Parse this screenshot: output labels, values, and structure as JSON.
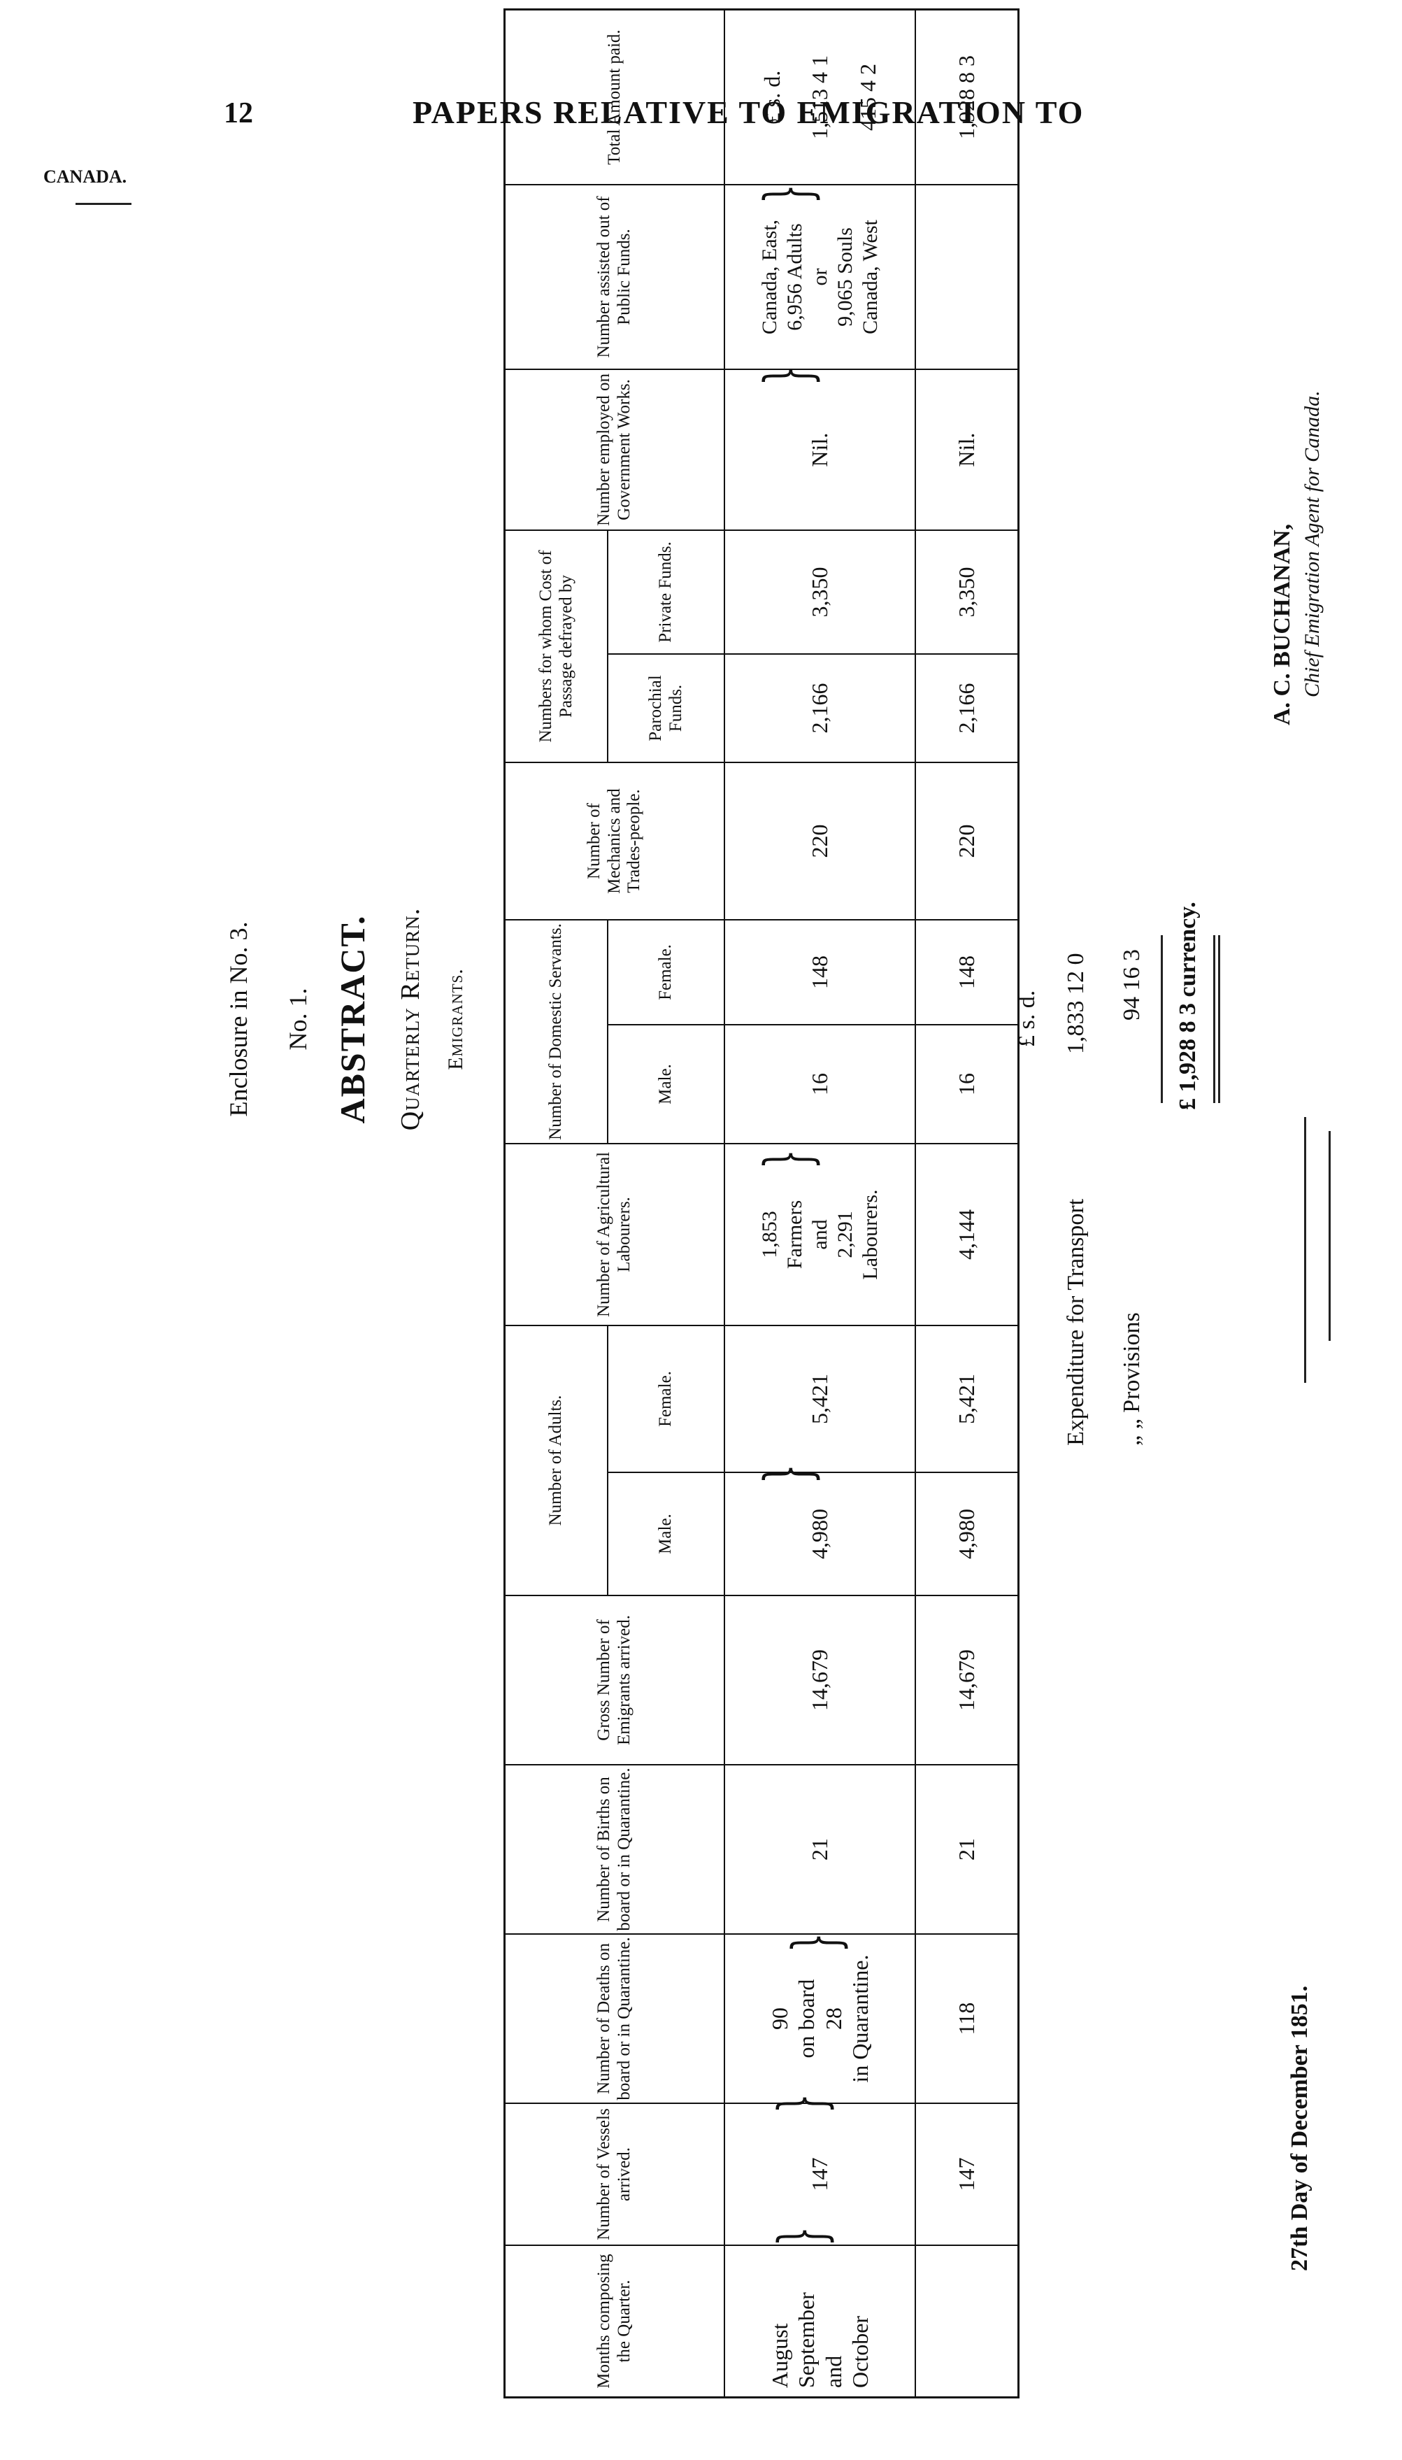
{
  "page_number": "12",
  "running_head": "PAPERS RELATIVE TO EMIGRATION TO",
  "side_note": "CANADA.",
  "enclosure": "Enclosure in No. 3.",
  "no_label": "No. 1.",
  "abstract_title": "ABSTRACT.",
  "quarterly_return": "Quarterly Return.",
  "emigrants": "Emigrants.",
  "headers": {
    "months": "Months composing the Quarter.",
    "vessels": "Number of Vessels arrived.",
    "deaths": "Number of Deaths on board or in Quarantine.",
    "births": "Number of Births on board or in Quarantine.",
    "gross": "Gross Number of Emigrants arrived.",
    "adults": "Number of Adults.",
    "adults_male": "Male.",
    "adults_female": "Female.",
    "agricultural": "Number of Agricultural Labourers.",
    "domestic": "Number of Domestic Servants.",
    "domestic_male": "Male.",
    "domestic_female": "Female.",
    "mechanics": "Number of Mechanics and Trades-people.",
    "passage": "Numbers for whom Cost of Passage defrayed by",
    "parochial": "Parochial Funds.",
    "private": "Private Funds.",
    "government": "Number employed on Government Works.",
    "public": "Number assisted out of Public Funds.",
    "total": "Total Amount paid."
  },
  "row": {
    "months": [
      "August",
      "September",
      "and",
      "October"
    ],
    "vessels": "147",
    "deaths": [
      "90",
      "on board",
      "28",
      "in Quarantine."
    ],
    "births": "21",
    "gross": "14,679",
    "adults_male": "4,980",
    "adults_female": "5,421",
    "agricultural": [
      "1,853",
      "Farmers",
      "and",
      "2,291",
      "Labourers."
    ],
    "domestic_male": "16",
    "domestic_female": "148",
    "mechanics": "220",
    "parochial": "2,166",
    "private": "3,350",
    "government": "Nil.",
    "public": [
      "Canada, East,",
      "6,956 Adults",
      "or",
      "9,065 Souls",
      "Canada, West"
    ],
    "total_currency": "£   s.  d.",
    "total_1": "1,513  4  1",
    "total_2": "415  4  2"
  },
  "totals": {
    "vessels": "147",
    "deaths": "118",
    "births": "21",
    "gross": "14,679",
    "adults_male": "4,980",
    "adults_female": "5,421",
    "agricultural": "4,144",
    "domestic_male": "16",
    "domestic_female": "148",
    "mechanics": "220",
    "parochial": "2,166",
    "private": "3,350",
    "government": "Nil.",
    "total": "1,928  8  3"
  },
  "expenditure": {
    "transport_label": "Expenditure for Transport",
    "provisions_label": "„   „   Provisions",
    "currency_head": "£    s.  d.",
    "transport_value": "1,833  12  0",
    "provisions_value": "94  16  3",
    "total_value": "£ 1,928  8  3 currency."
  },
  "date_line": "27th Day of December 1851.",
  "signature_name": "A. C. BUCHANAN,",
  "signature_title": "Chief Emigration Agent for Canada."
}
